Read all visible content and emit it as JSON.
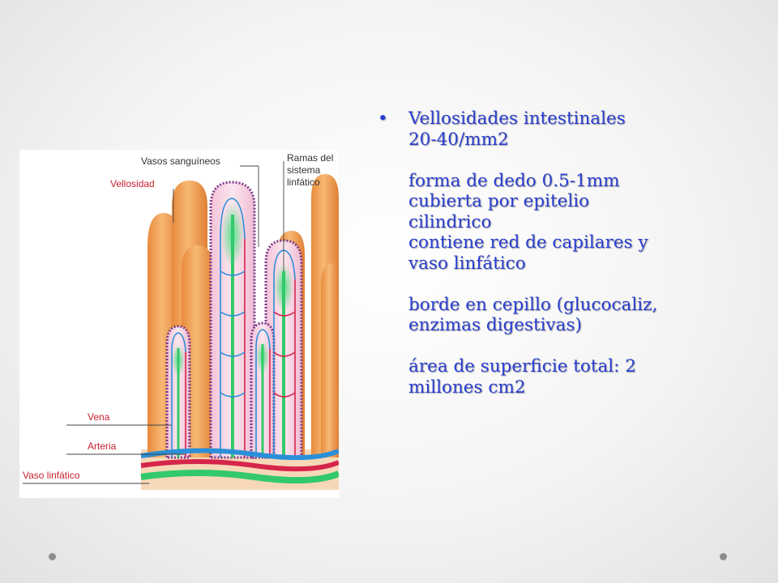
{
  "figure": {
    "labels": {
      "vasos_sanguineos": "Vasos sanguíneos",
      "vellosidad": "Vellosidad",
      "ramas_line1": "Ramas del",
      "ramas_line2": "sistema",
      "ramas_line3": "linfático",
      "vena": "Vena",
      "arteria": "Arteria",
      "vaso_linfatico": "Vaso linfático"
    },
    "colors": {
      "villus": "#f0a559",
      "vein": "#2a8fd8",
      "artery": "#d6254a",
      "lymph": "#33c96a",
      "label_red": "#c8202f",
      "label_dark": "#333333"
    }
  },
  "text": {
    "bullet": "•",
    "lines": [
      "Vellosidades intestinales",
      "20-40/mm2",
      "",
      "forma de dedo 0.5-1mm",
      "cubierta por epitelio",
      "cilindrico",
      "contiene red de capilares y",
      "vaso linfático",
      "",
      "borde en cepillo (glucocaliz,",
      "enzimas digestivas)",
      "",
      "área de superficie  total: 2",
      "millones cm2"
    ]
  }
}
